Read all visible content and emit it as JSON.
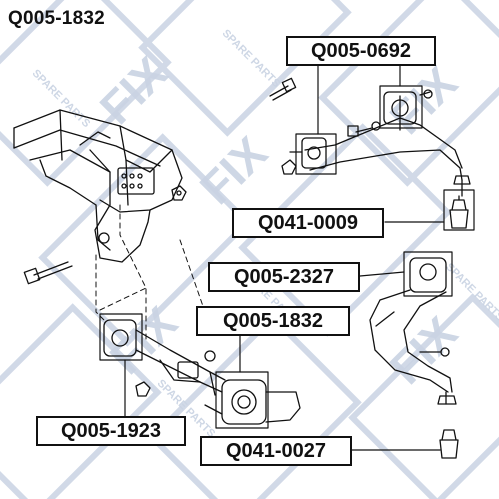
{
  "title": "Q005-1832",
  "watermark": {
    "brand": "FIX",
    "tagline": "SPARE PARTS",
    "color": "#c9d3e3"
  },
  "callouts": [
    {
      "id": "upper-arm",
      "text": "Q005-0692",
      "highlighted": false
    },
    {
      "id": "ball-joint-upper",
      "text": "Q041-0009",
      "highlighted": false
    },
    {
      "id": "knuckle-bushing",
      "text": "Q005-2327",
      "highlighted": false
    },
    {
      "id": "lower-arm-rear",
      "text": "Q005-1832",
      "highlighted": true
    },
    {
      "id": "lower-arm-front",
      "text": "Q005-1923",
      "highlighted": false
    },
    {
      "id": "ball-joint-lower",
      "text": "Q041-0027",
      "highlighted": false
    }
  ],
  "colors": {
    "line": "#111111",
    "bg": "#ffffff"
  }
}
